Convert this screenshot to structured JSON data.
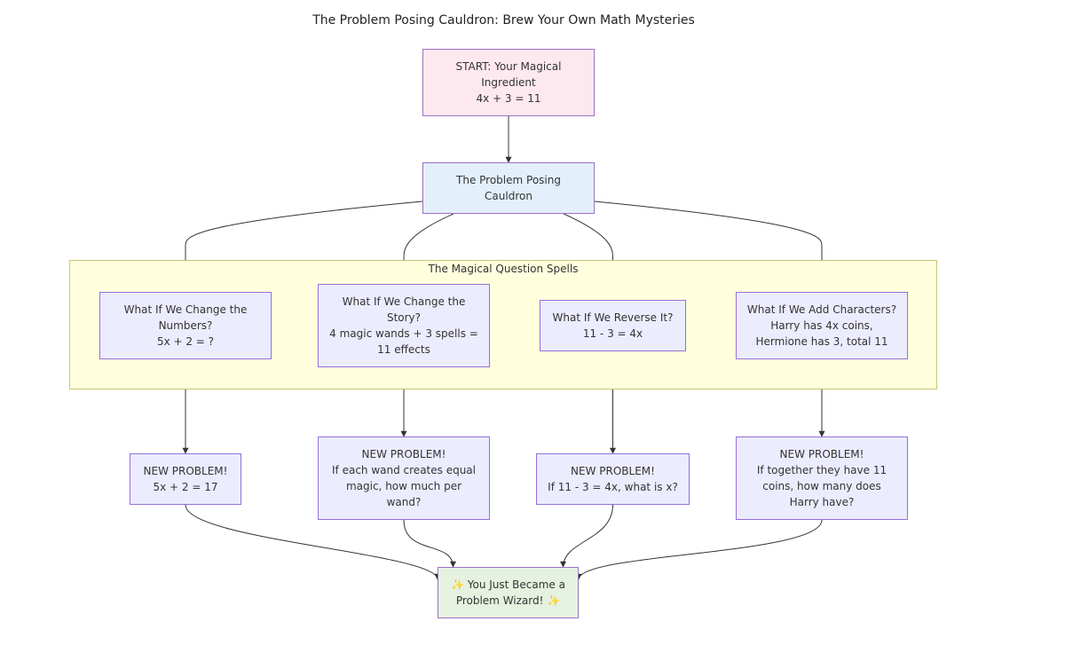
{
  "title": "The Problem Posing Cauldron: Brew Your Own Math Mysteries",
  "cluster": {
    "label": "The Magical Question Spells"
  },
  "nodes": {
    "start": {
      "lines": [
        "START: Your Magical",
        "Ingredient",
        "4x + 3 = 11"
      ]
    },
    "cauldron": {
      "lines": [
        "The Problem Posing",
        "Cauldron"
      ]
    },
    "spell1": {
      "lines": [
        "What If We Change the",
        "Numbers?",
        "5x + 2 = ?"
      ]
    },
    "spell2": {
      "lines": [
        "What If We Change the",
        "Story?",
        "4 magic wands + 3 spells =",
        "11 effects"
      ]
    },
    "spell3": {
      "lines": [
        "What If We Reverse It?",
        "11 - 3 = 4x"
      ]
    },
    "spell4": {
      "lines": [
        "What If We Add Characters?",
        "Harry has 4x coins,",
        "Hermione has 3, total 11"
      ]
    },
    "new1": {
      "lines": [
        "NEW PROBLEM!",
        "5x + 2 = 17"
      ]
    },
    "new2": {
      "lines": [
        "NEW PROBLEM!",
        "If each wand creates equal",
        "magic, how much per",
        "wand?"
      ]
    },
    "new3": {
      "lines": [
        "NEW PROBLEM!",
        "If 11 - 3 = 4x, what is x?"
      ]
    },
    "new4": {
      "lines": [
        "NEW PROBLEM!",
        "If together they have 11",
        "coins, how many does",
        "Harry have?"
      ]
    },
    "end": {
      "lines": [
        "✨ You Just Became a",
        "Problem Wizard! ✨"
      ]
    }
  },
  "edges": [
    {
      "from": "start",
      "to": "cauldron"
    },
    {
      "from": "cauldron",
      "to": "spell1"
    },
    {
      "from": "cauldron",
      "to": "spell2"
    },
    {
      "from": "cauldron",
      "to": "spell3"
    },
    {
      "from": "cauldron",
      "to": "spell4"
    },
    {
      "from": "spell1",
      "to": "new1"
    },
    {
      "from": "spell2",
      "to": "new2"
    },
    {
      "from": "spell3",
      "to": "new3"
    },
    {
      "from": "spell4",
      "to": "new4"
    },
    {
      "from": "new1",
      "to": "end"
    },
    {
      "from": "new2",
      "to": "end"
    },
    {
      "from": "new3",
      "to": "end"
    },
    {
      "from": "new4",
      "to": "end"
    }
  ],
  "colors": {
    "edge": "#333333",
    "node_fill": "#ececff",
    "node_border": "#9370db",
    "start_fill": "#fde8ef",
    "cauldron_fill": "#e3f0fc",
    "end_fill": "#e6f2e1",
    "cluster_fill": "#ffffde",
    "cluster_border": "#c8c878"
  }
}
